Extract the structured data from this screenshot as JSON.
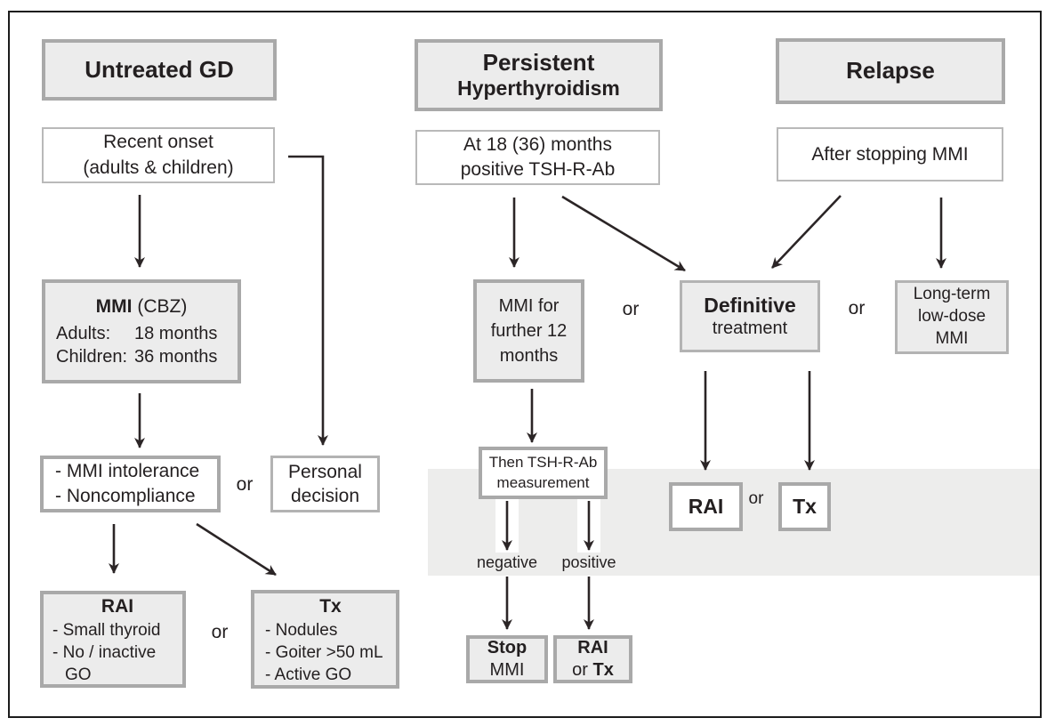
{
  "figure": {
    "left": {
      "header": "Untreated GD",
      "recent_onset": {
        "line1": "Recent onset",
        "line2": "(adults & children)"
      },
      "mmi": {
        "title_bold": "MMI",
        "title_rest": " (CBZ)",
        "row1_label": "Adults:",
        "row1_value": "18 months",
        "row2_label": "Children:",
        "row2_value": "36 months"
      },
      "intolerance": {
        "line1": "- MMI intolerance",
        "line2": "- Noncompliance"
      },
      "or_personal": "or",
      "personal": {
        "line1": "Personal",
        "line2": "decision"
      },
      "rai": {
        "title": "RAI",
        "item1": "- Small thyroid",
        "item2": "- No / inactive",
        "item3": "GO"
      },
      "or_rai_tx": "or",
      "tx": {
        "title": "Tx",
        "item1": "- Nodules",
        "item2": "- Goiter >50 mL",
        "item3": "- Active GO"
      }
    },
    "middle": {
      "header": {
        "line1": "Persistent",
        "line2": "Hyperthyroidism"
      },
      "at_months": {
        "line1": "At 18 (36) months",
        "line2": "positive TSH-R-Ab"
      },
      "mmi_further": {
        "line1": "MMI for",
        "line2": "further 12",
        "line3": "months"
      },
      "or_definitive": "or",
      "definitive": {
        "line1": "Definitive",
        "line2": "treatment"
      },
      "or_longterm": "or",
      "longterm": {
        "line1": "Long-term",
        "line2": "low-dose",
        "line3": "MMI"
      },
      "measurement": {
        "line1": "Then TSH-R-Ab",
        "line2": "measurement"
      },
      "negative_label": "negative",
      "positive_label": "positive",
      "rai_band": "RAI",
      "or_band": "or",
      "tx_band": "Tx",
      "stop_mmi": {
        "line1": "Stop",
        "line2": "MMI"
      },
      "rai_or_tx": {
        "line1": "RAI",
        "line2_or": "or ",
        "line2_tx": "Tx"
      }
    },
    "right": {
      "header": "Relapse",
      "after_stopping": "After stopping MMI"
    },
    "colors": {
      "box_fill": "#ececec",
      "box_border": "#a9a9a9",
      "thin_border": "#b9b9b9",
      "band_fill": "#ededec",
      "ink": "#231f20"
    }
  }
}
